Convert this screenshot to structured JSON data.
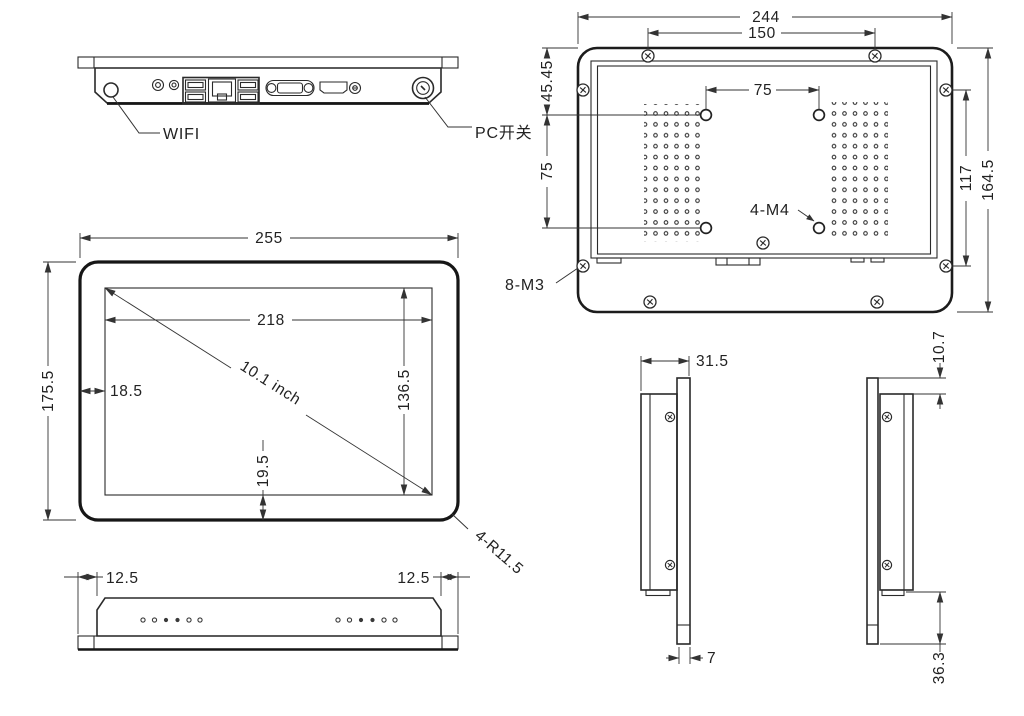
{
  "views": {
    "top": {
      "labels": {
        "wifi": "WIFI",
        "pc_switch": "PC开关"
      },
      "ports": [
        "wifi-antenna-hole",
        "audio-jack",
        "audio-jack",
        "usb-dual",
        "lan-rj45",
        "usb-dual",
        "vga",
        "hdmi",
        "dc-jack",
        "power-button"
      ]
    },
    "rear": {
      "dims": {
        "overall_width": "244",
        "top_screw_span": "150",
        "vesa_horizontal": "75",
        "top_to_vesa": "45.45",
        "vesa_vertical": "75",
        "side_screw_span": "117",
        "overall_height": "164.5"
      },
      "labels": {
        "vesa_holes": "4-M4",
        "case_screws": "8-M3"
      }
    },
    "front": {
      "dims": {
        "overall_width": "255",
        "display_width": "218",
        "overall_height": "175.5",
        "display_height": "136.5",
        "left_margin": "18.5",
        "bottom_margin": "19.5",
        "display_diagonal": "10.1 inch",
        "corner_radius": "4-R11.5"
      }
    },
    "bottom": {
      "dims": {
        "left_inset": "12.5",
        "right_inset": "12.5"
      }
    },
    "side_left": {
      "dims": {
        "overall_depth": "31.5",
        "bezel_thickness": "7"
      }
    },
    "side_right": {
      "dims": {
        "bezel_to_body_top": "10.7",
        "body_to_bezel_bottom": "36.3"
      }
    }
  },
  "colors": {
    "line": "#2a2a2a",
    "background": "#ffffff"
  }
}
